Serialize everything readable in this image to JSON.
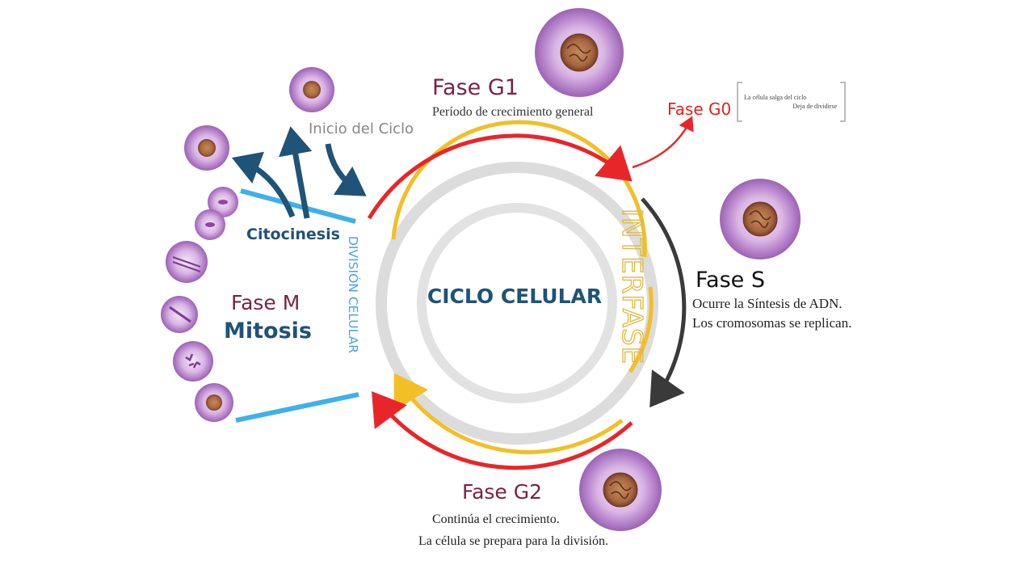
{
  "center": {
    "title": "CICLO CELULAR",
    "color": "#1f5377"
  },
  "interfase": {
    "label": "INTERFASE",
    "color": "#e0b83e"
  },
  "division": {
    "label": "DIVISIÓN CELULAR",
    "color": "#4aa3e0"
  },
  "g1": {
    "title": "Fase G1",
    "description": "Período de crecimiento general",
    "color": "#7a2346"
  },
  "g0": {
    "title": "Fase G0",
    "note_line1": "La célula salga del ciclo",
    "note_line2": "Deja de dividirse",
    "color": "#e8201e"
  },
  "s": {
    "title": "Fase S",
    "line1": "Ocurre la Síntesis de ADN.",
    "line2": "Los cromosomas se replican.",
    "color": "#111111"
  },
  "g2": {
    "title": "Fase G2",
    "line1": "Continúa el crecimiento.",
    "line2": "La célula se prepara para la división.",
    "color": "#7a2346"
  },
  "m": {
    "title": "Fase M",
    "subtitle": "Mitosis",
    "title_color": "#7a2346",
    "subtitle_color": "#1f5377"
  },
  "citocinesis": {
    "label": "Citocinesis",
    "color": "#1f5377"
  },
  "inicio": {
    "label": "Inicio del Ciclo",
    "color": "#888888"
  },
  "colors": {
    "red_arc": "#e8262a",
    "yellow_arc": "#f2bf25",
    "dark_arc": "#3a3a3a",
    "ring": "#d9d9d9",
    "dark_blue_arrows": "#1f5377",
    "cell_membrane": "#b27cc7",
    "cell_nucleus": "#8a4a3a"
  }
}
